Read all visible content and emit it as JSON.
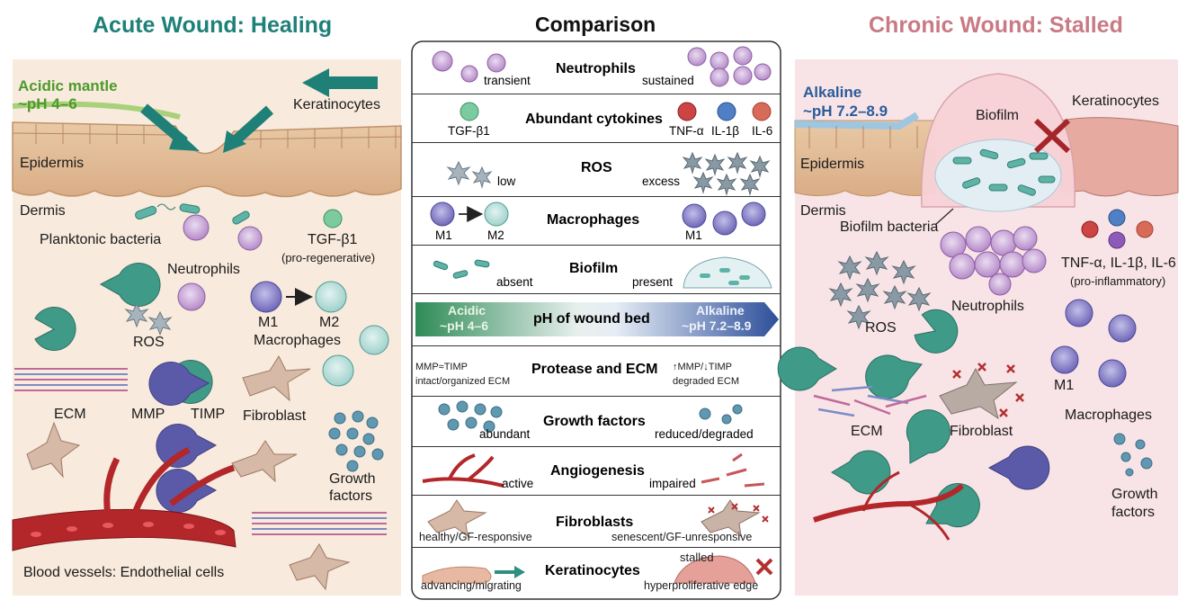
{
  "acute": {
    "title": "Acute Wound: Healing",
    "mantle": "Acidic mantle",
    "mantle_ph": "~pH 4–6",
    "keratinocytes": "Keratinocytes",
    "epidermis": "Epidermis",
    "dermis": "Dermis",
    "planktonic": "Planktonic bacteria",
    "tgf": "TGF-β1",
    "tgf_note": "(pro-regenerative)",
    "neutrophils": "Neutrophils",
    "ros": "ROS",
    "m1": "M1",
    "m2": "M2",
    "macrophages": "Macrophages",
    "ecm": "ECM",
    "mmp": "MMP",
    "timp": "TIMP",
    "fibroblast": "Fibroblast",
    "growth1": "Growth",
    "growth2": "factors",
    "vessels": "Blood vessels: Endothelial cells"
  },
  "comparison": {
    "title": "Comparison",
    "rows": [
      {
        "title": "Neutrophils",
        "left": "transient",
        "right": "sustained"
      },
      {
        "title": "Abundant cytokines",
        "left": "TGF-β1",
        "right_a": "TNF-α",
        "right_b": "IL-1β",
        "right_c": "IL-6"
      },
      {
        "title": "ROS",
        "left": "low",
        "right": "excess"
      },
      {
        "title": "Macrophages",
        "left": "M1",
        "left2": "M2",
        "right": "M1"
      },
      {
        "title": "Biofilm",
        "left": "absent",
        "right": "present"
      },
      {
        "title": "pH of wound bed",
        "left": "Acidic",
        "left2": "~pH 4–6",
        "right": "Alkaline",
        "right2": "~pH 7.2–8.9"
      },
      {
        "title": "Protease and ECM",
        "left": "MMP≈TIMP",
        "left2": "intact/organized ECM",
        "right": "↑MMP/↓TIMP",
        "right2": "degraded ECM"
      },
      {
        "title": "Growth factors",
        "left": "abundant",
        "right": "reduced/degraded"
      },
      {
        "title": "Angiogenesis",
        "left": "active",
        "right": "impaired"
      },
      {
        "title": "Fibroblasts",
        "left": "healthy/GF-responsive",
        "right": "senescent/GF-unresponsive"
      },
      {
        "title": "Keratinocytes",
        "left": "advancing/migrating",
        "right": "hyperproliferative edge",
        "right_top": "stalled"
      }
    ]
  },
  "chronic": {
    "title": "Chronic Wound: Stalled",
    "alkaline": "Alkaline",
    "alkaline_ph": "~pH 7.2–8.9",
    "biofilm": "Biofilm",
    "keratinocytes": "Keratinocytes",
    "epidermis": "Epidermis",
    "dermis": "Dermis",
    "biofilm_bacteria": "Biofilm bacteria",
    "cytokines": "TNF-α, IL-1β, IL-6",
    "cytokines_note": "(pro-inflammatory)",
    "neutrophils": "Neutrophils",
    "ros": "ROS",
    "m1": "M1",
    "macrophages": "Macrophages",
    "ecm": "ECM",
    "fibroblast": "Fibroblast",
    "growth1": "Growth",
    "growth2": "factors"
  },
  "colors": {
    "acute_title": "#1f8078",
    "chronic_title": "#c97a84",
    "teal": "#2f8f80",
    "purple_tissue": "#5b5aa8",
    "neutrophil": "#c9a2d6",
    "vessel": "#b3262a",
    "mantle_green": "#4c9a2a",
    "alkaline_blue": "#2a5c9a"
  }
}
